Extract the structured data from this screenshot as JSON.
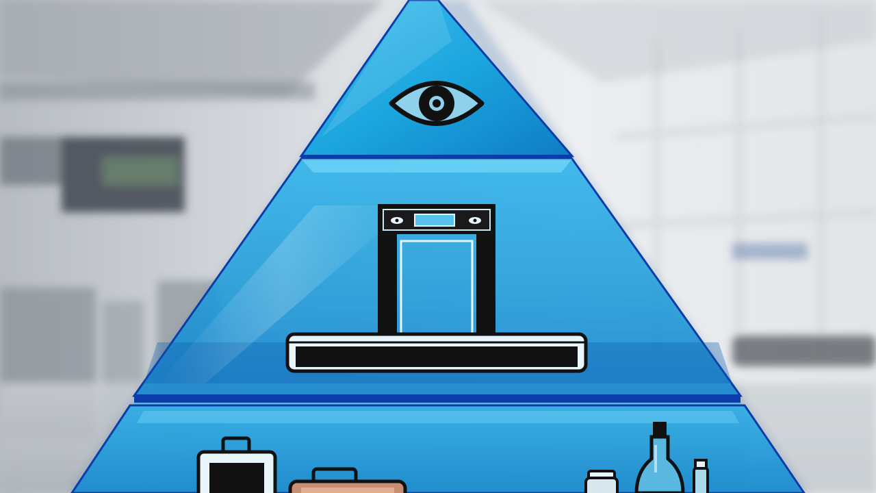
{
  "scene": {
    "subject": "glass-pyramid-airport-security",
    "tiers": [
      {
        "level": "top",
        "icon": "eye-icon"
      },
      {
        "level": "middle",
        "icon": "security-scanner-icon"
      },
      {
        "level": "bottom",
        "icons": [
          "suitcase-icon",
          "briefcase-icon",
          "jar-icon",
          "bottle-icon",
          "vial-icon"
        ]
      }
    ],
    "colors": {
      "glass": "#1aa6e0",
      "glass_light": "#5fd0f5",
      "glass_dark": "#0a4f9c",
      "edge": "#0b3da8",
      "icon_stroke": "#111111",
      "icon_fill": "#9fd6ea",
      "background": "#dfe3e7"
    }
  }
}
